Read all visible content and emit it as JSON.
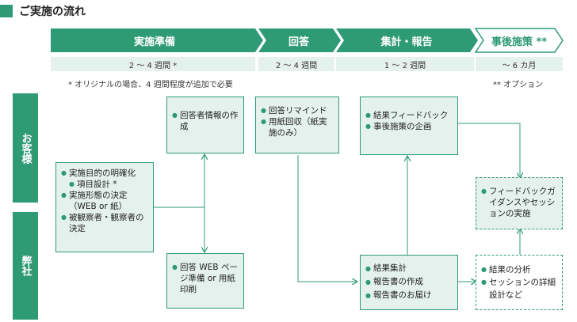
{
  "title": "ご実施の流れ",
  "phases": [
    {
      "label": "実施準備",
      "duration": "2 ～ 4 週間 *"
    },
    {
      "label": "回答",
      "duration": "2 ～ 4 週間"
    },
    {
      "label": "集計・報告",
      "duration": "1 ～ 2 週間"
    },
    {
      "label": "事後施策 **",
      "duration": "～ 6 カ月"
    }
  ],
  "notes": {
    "left": "* オリジナルの場合、4 週間程度が追加で必要",
    "right": "** オプション"
  },
  "lanes": {
    "customer": "お客様",
    "company": "弊社"
  },
  "boxes": {
    "prep_customer": [
      "実施目的の明確化",
      "項目設計 *",
      "実施形態の決定（WEB or 紙）",
      "被観察者・観察者の決定"
    ],
    "respondent_info": [
      "回答者情報の作成"
    ],
    "answer_web": [
      "回答 WEB ページ準備 or 用紙印刷"
    ],
    "remind": [
      "回答リマインド",
      "用紙回収（紙実施のみ）"
    ],
    "feedback": [
      "結果フィードバック",
      "事後施策の企画"
    ],
    "aggregate": [
      "結果集計",
      "報告書の作成",
      "報告書のお届け"
    ],
    "guidance": [
      "フィードバックガイダンスやセッションの実施"
    ],
    "analysis": [
      "結果の分析",
      "セッションの詳細設計など"
    ]
  },
  "colors": {
    "accent": "#2e9b74",
    "light": "#e4f1ec"
  }
}
